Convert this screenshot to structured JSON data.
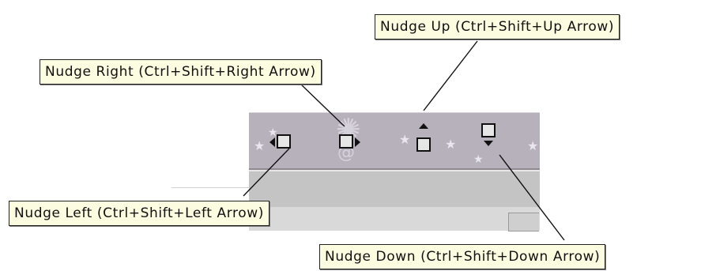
{
  "callouts": {
    "nudge_up": "Nudge Up (Ctrl+Shift+Up Arrow)",
    "nudge_right": "Nudge Right (Ctrl+Shift+Right Arrow)",
    "nudge_left": "Nudge Left (Ctrl+Shift+Left Arrow)",
    "nudge_down": "Nudge Down (Ctrl+Shift+Down Arrow)"
  },
  "toolbar": {
    "buttons": [
      {
        "name": "nudge-left",
        "icon": "nudge-left-icon"
      },
      {
        "name": "nudge-right",
        "icon": "nudge-right-icon"
      },
      {
        "name": "nudge-up",
        "icon": "nudge-up-icon"
      },
      {
        "name": "nudge-down",
        "icon": "nudge-down-icon"
      }
    ]
  },
  "colors": {
    "toolbar_bg": "#b7b1bc",
    "callout_bg": "#fcfce0",
    "icon_fill": "#e6e6e6",
    "icon_stroke": "#111111"
  }
}
